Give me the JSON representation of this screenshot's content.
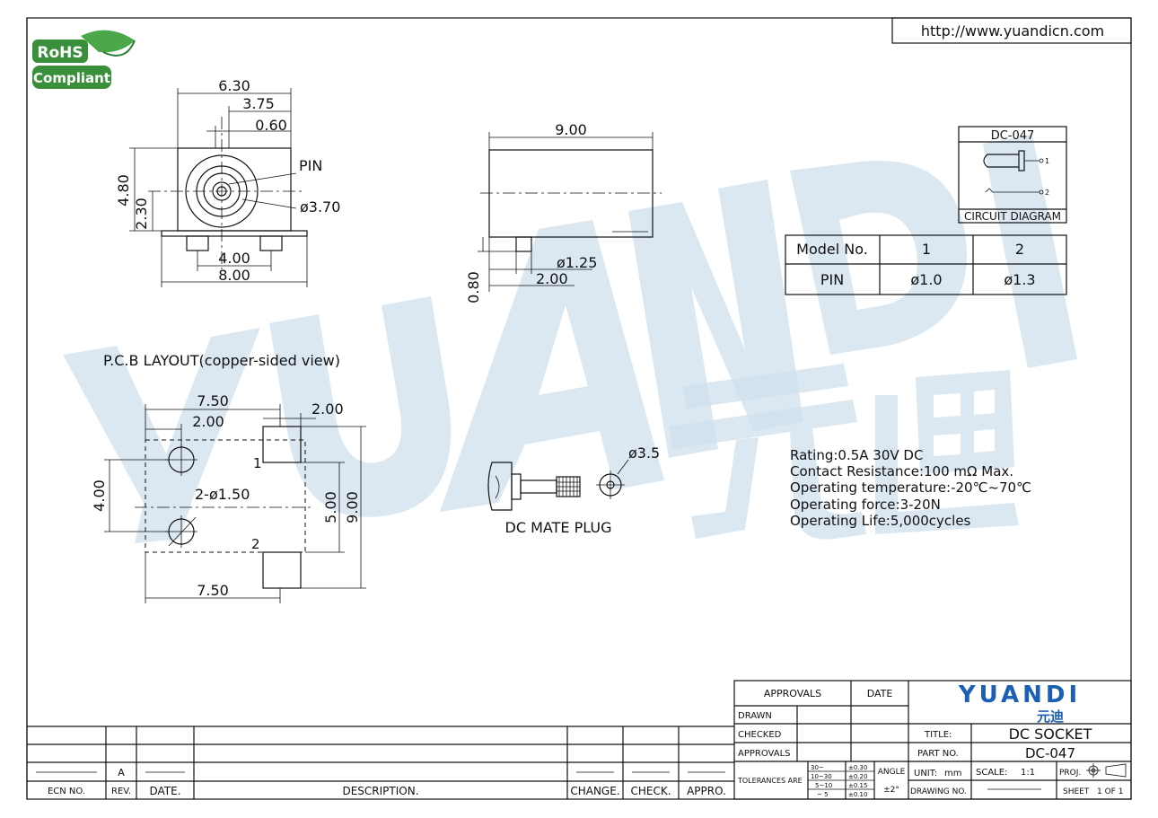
{
  "header": {
    "url": "http://www.yuandicn.com"
  },
  "rohs": {
    "line1": "RoHS",
    "line2": "Compliant",
    "colors": {
      "green": "#3a8f3a",
      "text": "#ffffff"
    }
  },
  "watermark": {
    "text": "YUANDI",
    "cjk": "元迪",
    "color": "#cfe0ee"
  },
  "front_view": {
    "dims": {
      "width_top": "6.30",
      "offset": "3.75",
      "pin_offset": "0.60",
      "pin_label": "PIN",
      "hole_dia": "ø3.70",
      "height": "4.80",
      "center_height": "2.30",
      "pin_spacing": "4.00",
      "base_width": "8.00"
    }
  },
  "side_view": {
    "dims": {
      "length": "9.00",
      "pin_dia": "ø1.25",
      "pin_pos": "2.00",
      "standoff": "0.80"
    }
  },
  "circuit": {
    "title": "DC-047",
    "label": "CIRCUIT DIAGRAM",
    "pin1": "1",
    "pin2": "2"
  },
  "model_table": {
    "headers": [
      "Model No.",
      "1",
      "2"
    ],
    "rows": [
      [
        "PIN",
        "ø1.0",
        "ø1.3"
      ]
    ]
  },
  "pcb": {
    "title": "P.C.B LAYOUT(copper-sided view)",
    "dims": {
      "top_width": "7.50",
      "hole_offset": "2.00",
      "pad_width": "2.00",
      "hole_spacing": "4.00",
      "holes": "2-ø1.50",
      "inner_height": "5.00",
      "outer_height": "9.00",
      "bottom_width": "7.50",
      "pad1": "1",
      "pad2": "2"
    }
  },
  "mate_plug": {
    "label": "DC MATE PLUG",
    "dia": "ø3.5"
  },
  "specs": [
    "Rating:0.5A 30V DC",
    "Contact Resistance:100 mΩ Max.",
    "Operating temperature:-20℃~70℃",
    "Operating force:3-20N",
    "Operating Life:5,000cycles"
  ],
  "title_block": {
    "approvals_header": "APPROVALS",
    "date_header": "DATE",
    "rows": [
      "DRAWN",
      "CHECKED",
      "APPROVALS"
    ],
    "logo": "YUANDI",
    "logo_cjk": "元迪",
    "logo_color": "#1a5fb4",
    "title_label": "TITLE:",
    "title_value": "DC SOCKET",
    "part_label": "PART NO.",
    "part_value": "DC-047",
    "tol_label": "TOLERANCES ARE",
    "tol_ranges": [
      "30~",
      "10~30",
      "5~10",
      "~ 5"
    ],
    "tol_values": [
      "±0.30",
      "±0.20",
      "±0.15",
      "±0.10"
    ],
    "angle_label": "ANGLE",
    "angle_value": "±2°",
    "unit_label": "UNIT:",
    "unit_value": "mm",
    "scale_label": "SCALE:",
    "scale_value": "1:1",
    "proj_label": "PROJ.",
    "drawing_label": "DRAWING NO.",
    "sheet_label": "SHEET",
    "sheet_value": "1 OF 1"
  },
  "revision_block": {
    "rev_value": "A",
    "headers": [
      "ECN NO.",
      "REV.",
      "DATE.",
      "DESCRIPTION.",
      "CHANGE.",
      "CHECK.",
      "APPRO."
    ]
  }
}
